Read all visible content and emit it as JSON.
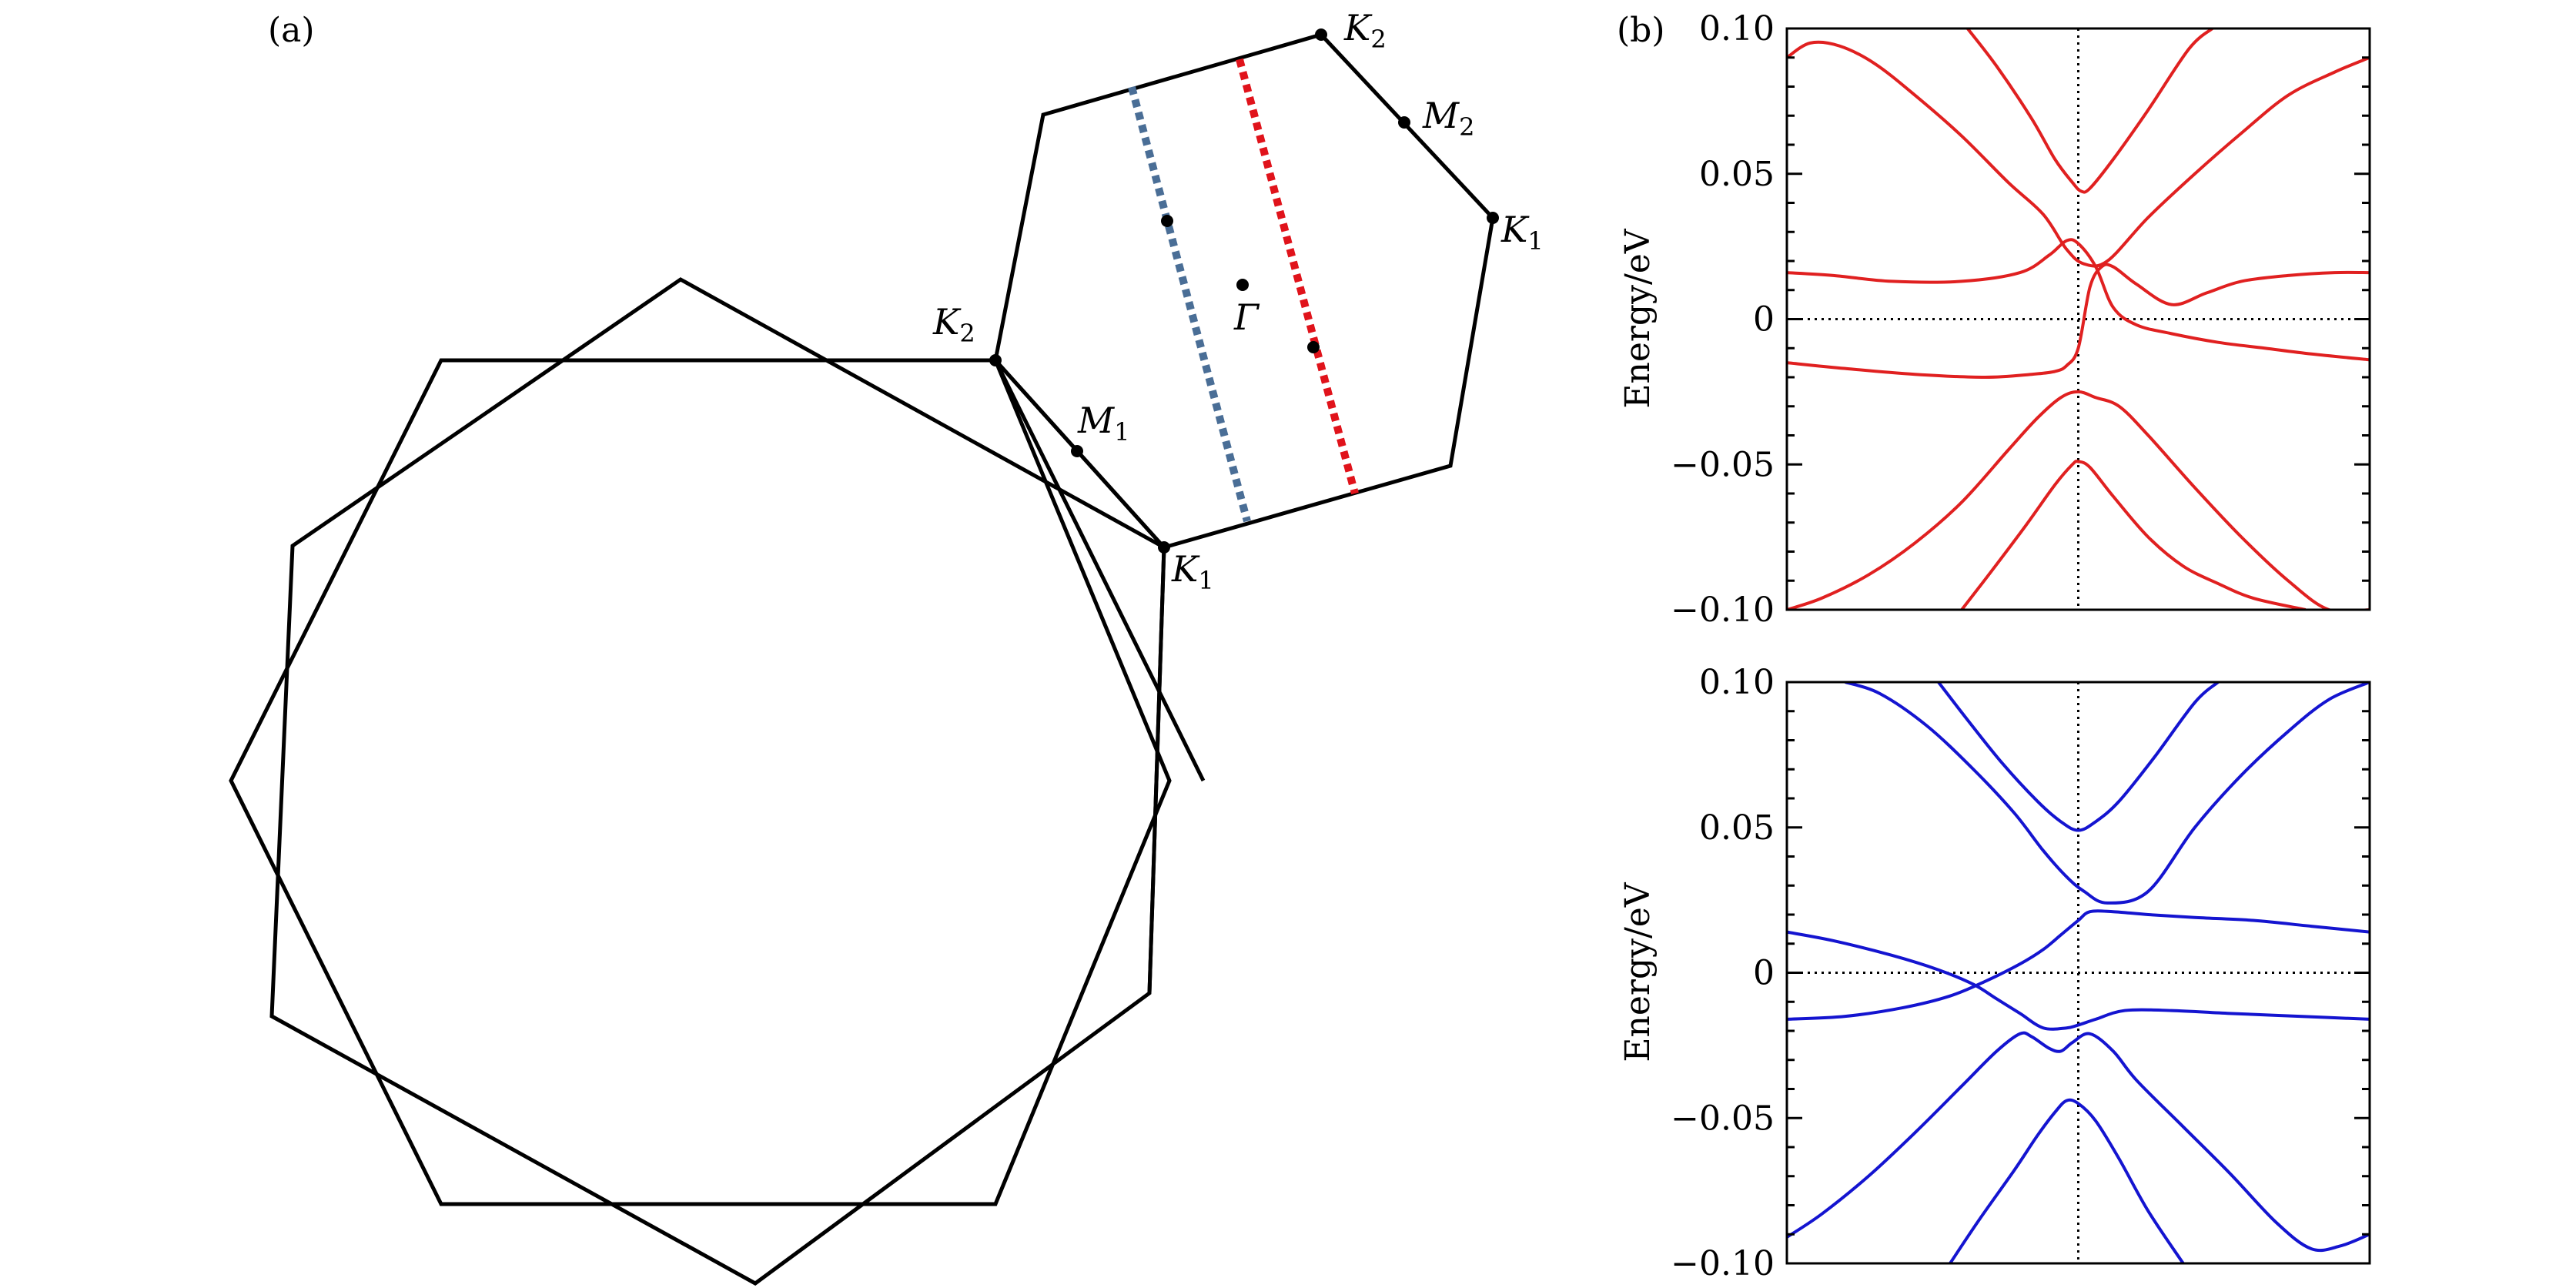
{
  "panel_a": {
    "label": "(a)",
    "points": [
      {
        "name": "K",
        "sub": "2"
      },
      {
        "name": "M",
        "sub": "2"
      },
      {
        "name": "K",
        "sub": "1"
      },
      {
        "name": "Γ",
        "sub": ""
      },
      {
        "name": "K",
        "sub": "2"
      },
      {
        "name": "M",
        "sub": "1"
      },
      {
        "name": "K",
        "sub": "1"
      }
    ],
    "colors": {
      "blue_cut": "#4a6e96",
      "red_cut": "#e0131b",
      "outline": "#000000"
    }
  },
  "panel_b": {
    "label": "(b)",
    "colors": {
      "top": "#e02020",
      "bottom": "#1414d0"
    }
  },
  "chart_data": [
    {
      "type": "line",
      "title": "",
      "xlabel": "",
      "ylabel": "Energy/eV",
      "ylim": [
        -0.1,
        0.1
      ],
      "xlim": [
        0,
        1
      ],
      "yticks": [
        -0.1,
        -0.05,
        0,
        0.05,
        0.1
      ],
      "ytick_labels": [
        "−0.10",
        "−0.05",
        "0",
        "0.05",
        "0.10"
      ],
      "reference_lines": {
        "zero_energy": 0,
        "center_k": 0.5
      },
      "grid": false,
      "series": [
        {
          "x": [
            0,
            0.04,
            0.09,
            0.15,
            0.22,
            0.3,
            0.38,
            0.44,
            0.48,
            0.51,
            0.55,
            0.62,
            0.7,
            0.78,
            0.86,
            0.94,
            1.0
          ],
          "y": [
            0.09,
            0.095,
            0.094,
            0.088,
            0.077,
            0.063,
            0.047,
            0.036,
            0.024,
            0.019,
            0.02,
            0.035,
            0.05,
            0.064,
            0.077,
            0.085,
            0.09
          ]
        },
        {
          "x": [
            0.31,
            0.36,
            0.42,
            0.46,
            0.49,
            0.505,
            0.52,
            0.56,
            0.62,
            0.69,
            0.73
          ],
          "y": [
            0.1,
            0.087,
            0.069,
            0.055,
            0.047,
            0.044,
            0.045,
            0.055,
            0.072,
            0.093,
            0.1
          ]
        },
        {
          "x": [
            0,
            0.08,
            0.18,
            0.3,
            0.4,
            0.45,
            0.48,
            0.5,
            0.53,
            0.56,
            0.6,
            0.66,
            0.74,
            0.82,
            0.9,
            1.0
          ],
          "y": [
            0.016,
            0.015,
            0.013,
            0.013,
            0.016,
            0.022,
            0.027,
            0.026,
            0.018,
            0.004,
            -0.002,
            -0.005,
            -0.008,
            -0.01,
            -0.012,
            -0.014
          ]
        },
        {
          "x": [
            0,
            0.1,
            0.22,
            0.34,
            0.42,
            0.46,
            0.48,
            0.5,
            0.52,
            0.54,
            0.56,
            0.6,
            0.66,
            0.72,
            0.78,
            0.86,
            0.94,
            1.0
          ],
          "y": [
            -0.015,
            -0.017,
            -0.019,
            -0.02,
            -0.019,
            -0.018,
            -0.016,
            -0.01,
            0.011,
            0.018,
            0.018,
            0.012,
            0.005,
            0.009,
            0.013,
            0.015,
            0.016,
            0.016
          ]
        },
        {
          "x": [
            0,
            0.06,
            0.14,
            0.22,
            0.3,
            0.38,
            0.43,
            0.47,
            0.5,
            0.53,
            0.57,
            0.62,
            0.7,
            0.78,
            0.86,
            0.93,
            1.0
          ],
          "y": [
            -0.1,
            -0.096,
            -0.088,
            -0.077,
            -0.063,
            -0.045,
            -0.034,
            -0.027,
            -0.025,
            -0.027,
            -0.03,
            -0.04,
            -0.058,
            -0.075,
            -0.09,
            -0.1,
            -0.1
          ]
        },
        {
          "x": [
            0.3,
            0.35,
            0.41,
            0.46,
            0.49,
            0.5,
            0.52,
            0.56,
            0.62,
            0.68,
            0.74,
            0.8,
            0.89
          ],
          "y": [
            -0.1,
            -0.087,
            -0.071,
            -0.057,
            -0.05,
            -0.049,
            -0.051,
            -0.061,
            -0.075,
            -0.085,
            -0.091,
            -0.096,
            -0.1
          ]
        }
      ]
    },
    {
      "type": "line",
      "title": "",
      "xlabel": "",
      "ylabel": "Energy/eV",
      "ylim": [
        -0.1,
        0.1
      ],
      "xlim": [
        0,
        1
      ],
      "yticks": [
        -0.1,
        -0.05,
        0,
        0.05,
        0.1
      ],
      "ytick_labels": [
        "−0.10",
        "−0.05",
        "0",
        "0.05",
        "0.10"
      ],
      "reference_lines": {
        "zero_energy": 0,
        "center_k": 0.5
      },
      "grid": false,
      "series": [
        {
          "x": [
            0.1,
            0.16,
            0.24,
            0.32,
            0.39,
            0.44,
            0.48,
            0.51,
            0.55,
            0.62,
            0.7,
            0.78,
            0.86,
            0.93,
            1.0
          ],
          "y": [
            0.1,
            0.096,
            0.085,
            0.07,
            0.055,
            0.042,
            0.033,
            0.028,
            0.024,
            0.028,
            0.05,
            0.068,
            0.083,
            0.094,
            0.1
          ]
        },
        {
          "x": [
            0.26,
            0.31,
            0.37,
            0.43,
            0.47,
            0.5,
            0.53,
            0.57,
            0.63,
            0.7,
            0.74
          ],
          "y": [
            0.1,
            0.087,
            0.072,
            0.059,
            0.052,
            0.049,
            0.052,
            0.059,
            0.074,
            0.093,
            0.1
          ]
        },
        {
          "x": [
            0,
            0.08,
            0.18,
            0.26,
            0.32,
            0.36,
            0.4,
            0.44,
            0.48,
            0.5,
            0.53,
            0.58,
            0.66,
            0.76,
            0.88,
            1.0
          ],
          "y": [
            0.014,
            0.011,
            0.006,
            0.001,
            -0.004,
            -0.009,
            -0.014,
            -0.019,
            -0.019,
            -0.018,
            -0.016,
            -0.013,
            -0.013,
            -0.014,
            -0.015,
            -0.016
          ]
        },
        {
          "x": [
            0,
            0.1,
            0.2,
            0.28,
            0.34,
            0.4,
            0.44,
            0.47,
            0.5,
            0.52,
            0.56,
            0.62,
            0.7,
            0.8,
            0.9,
            1.0
          ],
          "y": [
            -0.016,
            -0.015,
            -0.012,
            -0.008,
            -0.003,
            0.003,
            0.008,
            0.013,
            0.018,
            0.021,
            0.021,
            0.02,
            0.019,
            0.018,
            0.016,
            0.014
          ]
        },
        {
          "x": [
            0,
            0.06,
            0.14,
            0.22,
            0.3,
            0.36,
            0.4,
            0.42,
            0.45,
            0.47,
            0.49,
            0.52,
            0.56,
            0.6,
            0.68,
            0.76,
            0.84,
            0.9,
            0.95,
            1.0
          ],
          "y": [
            -0.091,
            -0.083,
            -0.07,
            -0.055,
            -0.039,
            -0.027,
            -0.021,
            -0.022,
            -0.026,
            -0.027,
            -0.024,
            -0.021,
            -0.027,
            -0.037,
            -0.053,
            -0.069,
            -0.086,
            -0.095,
            -0.094,
            -0.09
          ]
        },
        {
          "x": [
            0.28,
            0.33,
            0.39,
            0.43,
            0.46,
            0.48,
            0.5,
            0.53,
            0.57,
            0.62,
            0.68
          ],
          "y": [
            -0.1,
            -0.085,
            -0.068,
            -0.056,
            -0.048,
            -0.044,
            -0.045,
            -0.051,
            -0.064,
            -0.082,
            -0.1
          ]
        }
      ]
    }
  ]
}
